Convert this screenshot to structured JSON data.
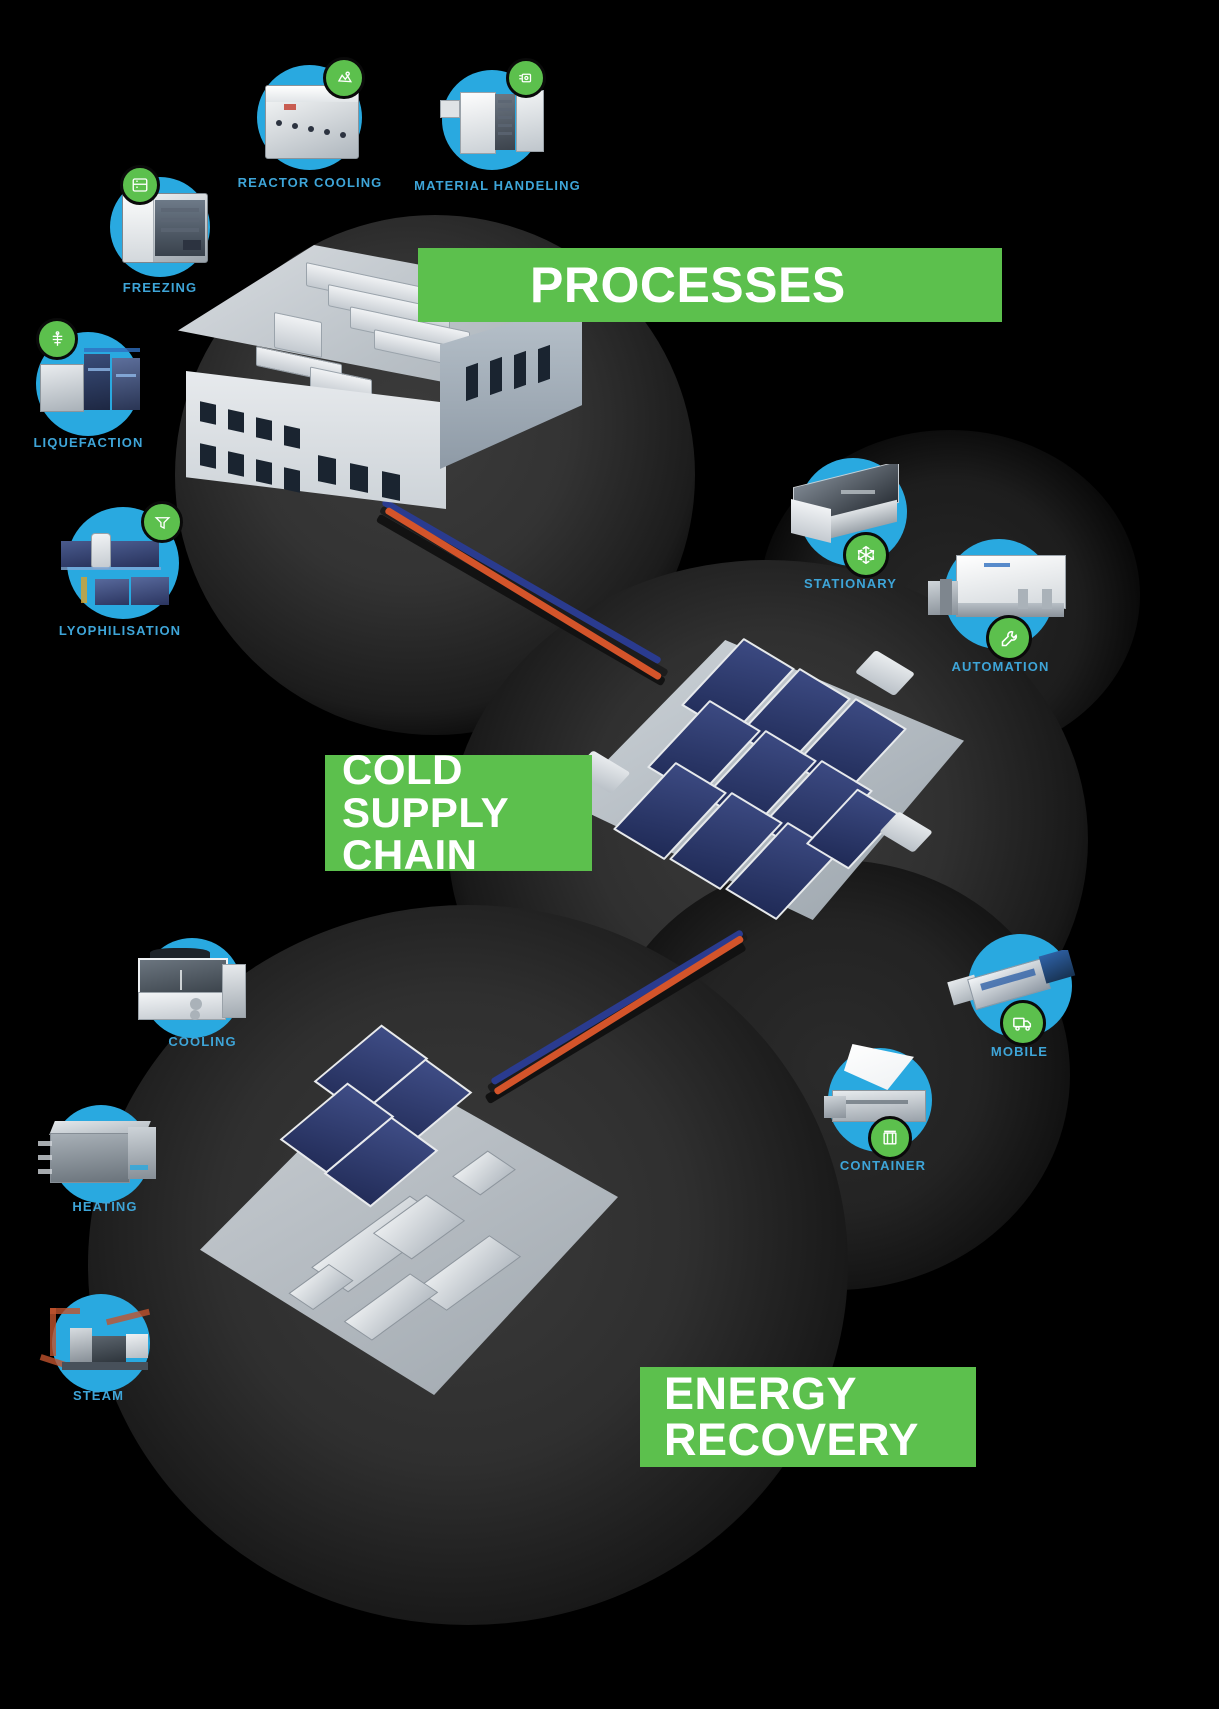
{
  "infographic": {
    "title": "Cold Supply Chain Processes and Energy Recovery",
    "background_color": "#000000",
    "accent_green": "#5cc04d",
    "accent_blue": "#29a9e0",
    "label_blue": "#3ea5d8"
  },
  "banners": [
    {
      "id": "processes",
      "text": "PROCESSES",
      "lines": [
        "PROCESSES"
      ],
      "color": "#5cc04d"
    },
    {
      "id": "cold_supply_chain",
      "text": "COLD SUPPLY CHAIN",
      "lines": [
        "COLD",
        "SUPPLY",
        "CHAIN"
      ],
      "color": "#5cc04d"
    },
    {
      "id": "energy_recovery",
      "text": "ENERGY RECOVERY",
      "lines": [
        "ENERGY",
        "RECOVERY"
      ],
      "color": "#5cc04d"
    }
  ],
  "nodes": [
    {
      "id": "freezing",
      "label": "FREEZING",
      "icon": "freezer-icon",
      "group": "processes"
    },
    {
      "id": "reactor_cooling",
      "label": "REACTOR COOLING",
      "icon": "reactor-icon",
      "group": "processes"
    },
    {
      "id": "material_handeling",
      "label": "MATERIAL HANDELING",
      "icon": "material-icon",
      "group": "processes"
    },
    {
      "id": "liquefaction",
      "label": "LIQUEFACTION",
      "icon": "liquefaction-icon",
      "group": "processes"
    },
    {
      "id": "lyophilisation",
      "label": "LYOPHILISATION",
      "icon": "lyophilisation-icon",
      "group": "processes"
    },
    {
      "id": "stationary",
      "label": "STATIONARY",
      "icon": "snowflake-icon",
      "group": "cold_supply_chain"
    },
    {
      "id": "automation",
      "label": "AUTOMATION",
      "icon": "wrench-icon",
      "group": "cold_supply_chain"
    },
    {
      "id": "mobile",
      "label": "MOBILE",
      "icon": "truck-icon",
      "group": "cold_supply_chain"
    },
    {
      "id": "container",
      "label": "CONTAINER",
      "icon": "container-icon",
      "group": "cold_supply_chain"
    },
    {
      "id": "cooling",
      "label": "COOLING",
      "icon": "",
      "group": "energy_recovery"
    },
    {
      "id": "heating",
      "label": "HEATING",
      "icon": "",
      "group": "energy_recovery"
    },
    {
      "id": "steam",
      "label": "STEAM",
      "icon": "",
      "group": "energy_recovery"
    }
  ]
}
